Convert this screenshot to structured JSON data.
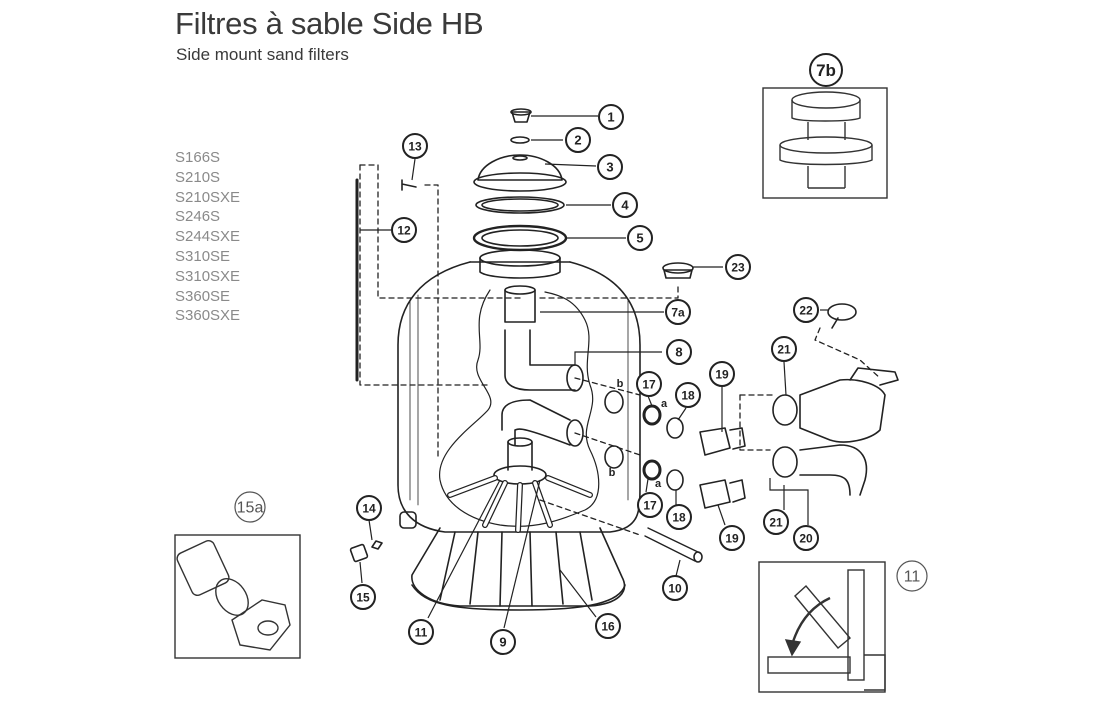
{
  "title": "Filtres à sable Side HB",
  "subtitle": "Side mount sand filters",
  "models": [
    "S166S",
    "S210S",
    "S210SXE",
    "S246S",
    "S244SXE",
    "S310SE",
    "S310SXE",
    "S360SE",
    "S360SXE"
  ],
  "callouts": [
    "1",
    "2",
    "3",
    "4",
    "5",
    "23",
    "7a",
    "8",
    "13",
    "12",
    "22",
    "21",
    "19",
    "18",
    "17",
    "17",
    "18",
    "19",
    "21",
    "20",
    "14",
    "15",
    "10",
    "11",
    "9",
    "16"
  ],
  "boxed_callouts": [
    "7b",
    "15a",
    "11"
  ],
  "letter_labels": [
    "b",
    "a",
    "b",
    "a"
  ]
}
